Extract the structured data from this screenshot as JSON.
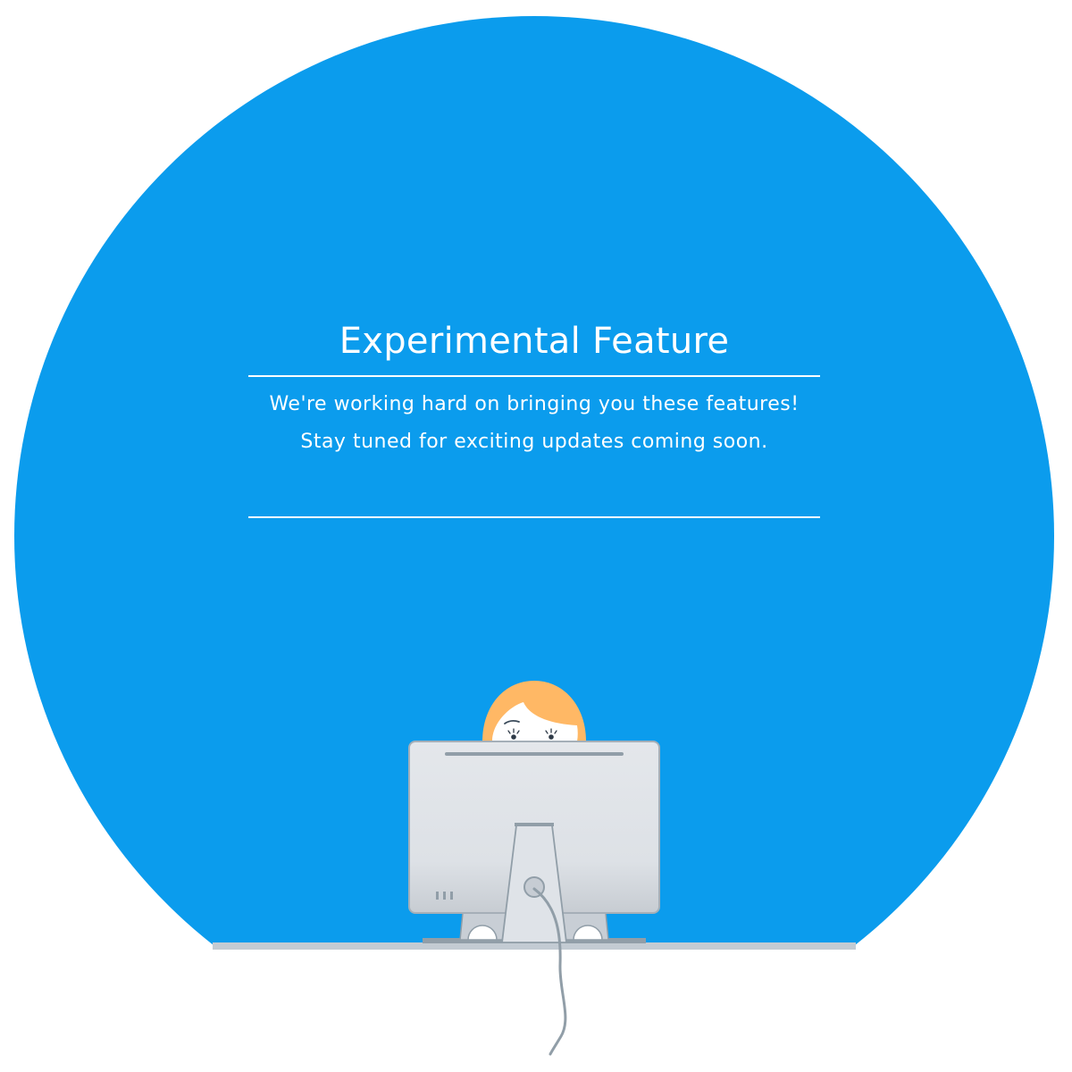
{
  "heading": {
    "title": "Experimental Feature"
  },
  "message": {
    "line1": "We're working hard on bringing you these features!",
    "line2": "Stay tuned for exciting updates coming soon."
  },
  "colors": {
    "background_circle": "#0b9ced",
    "text": "#ffffff",
    "hair": "#ffb865",
    "monitor_body": "#dfe3e8",
    "monitor_outline": "#919ea8",
    "desk": "#c3cbd3"
  },
  "icons": {
    "illustration": "person-at-computer-illustration"
  }
}
